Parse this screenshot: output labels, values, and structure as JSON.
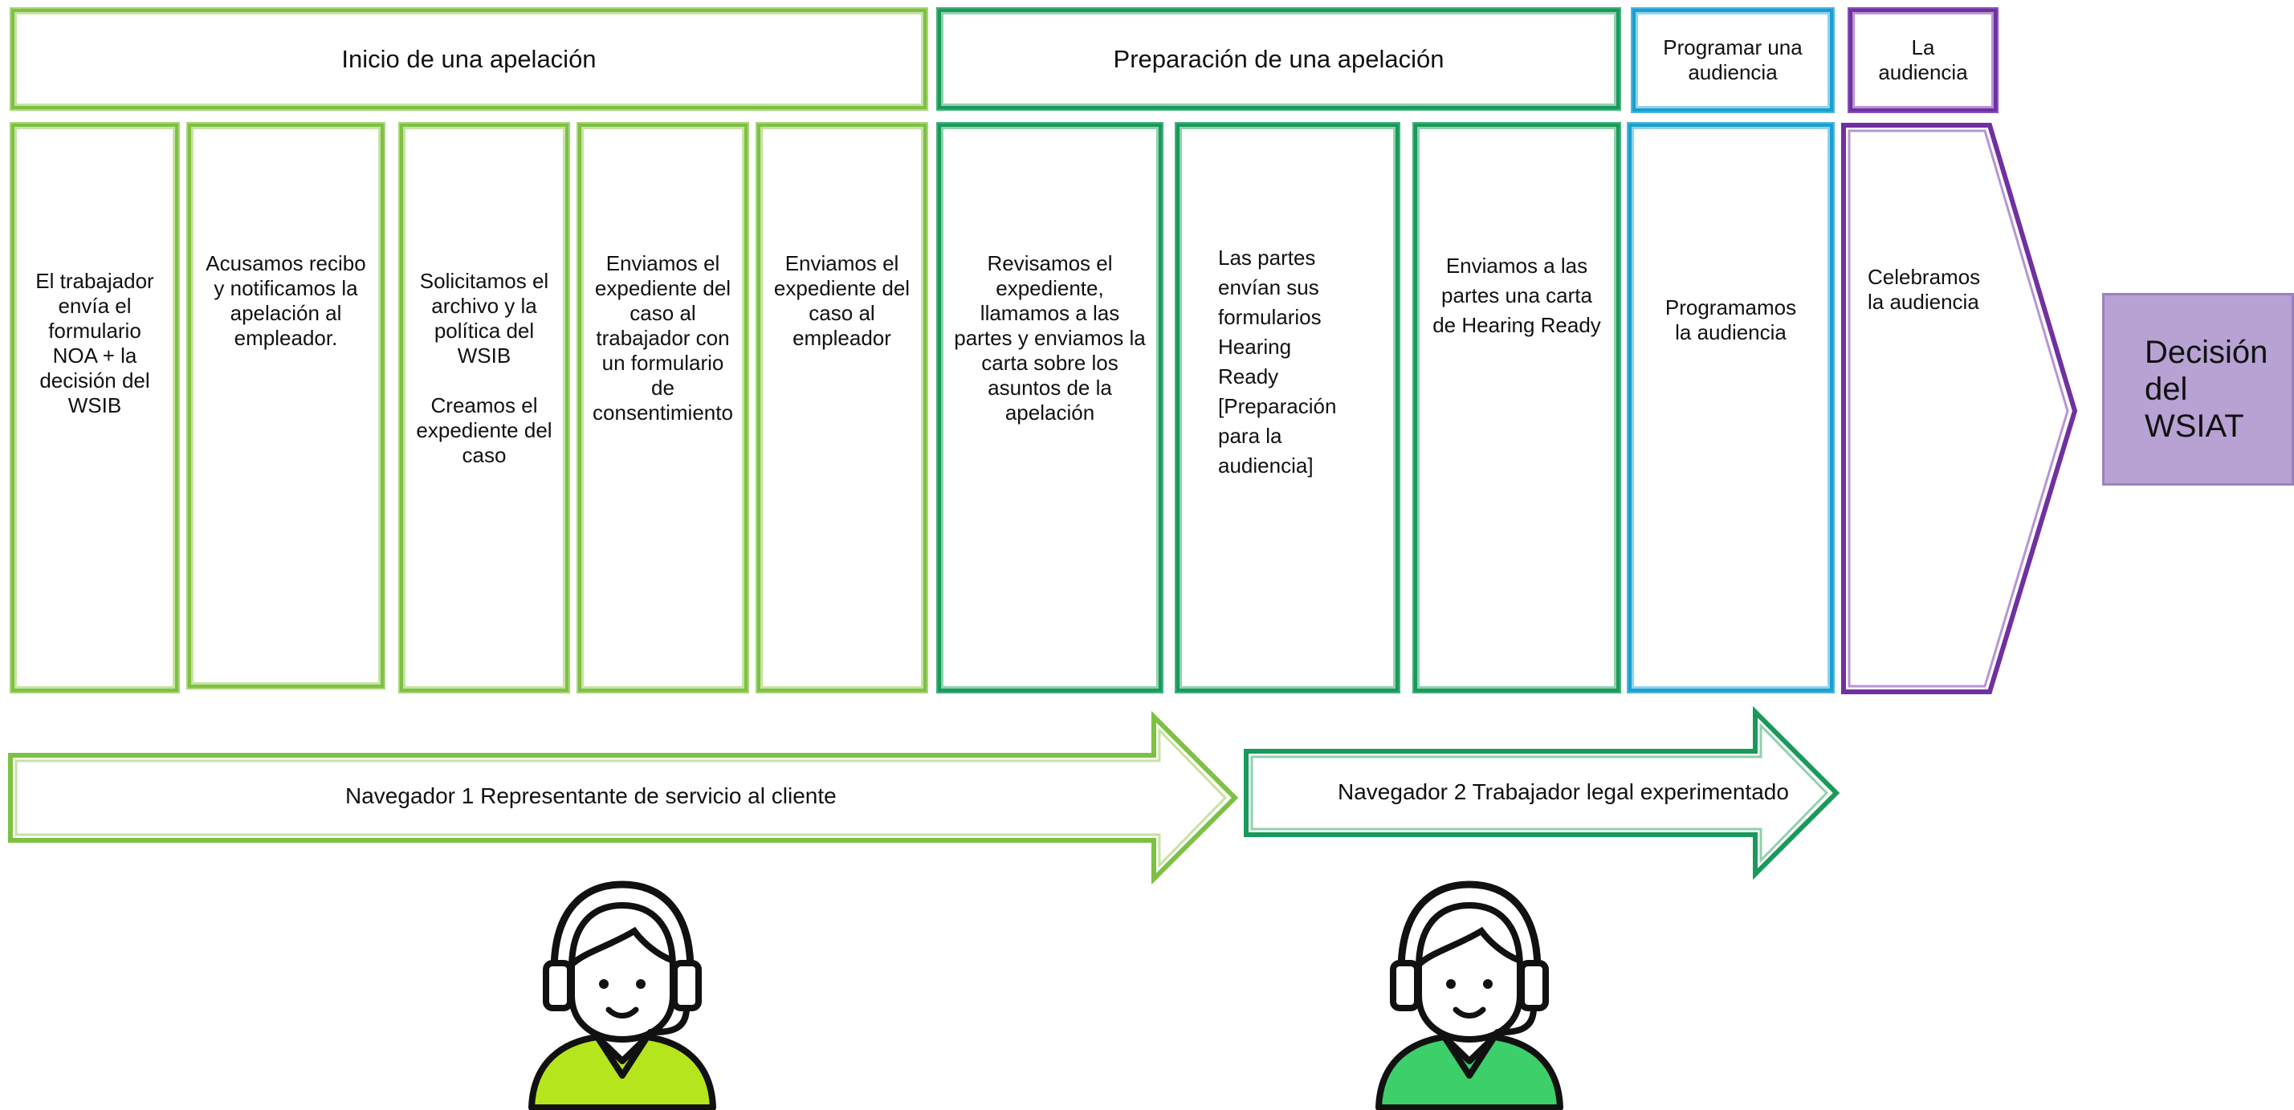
{
  "phases": {
    "inicio": "Inicio de una apelación",
    "preparacion": "Preparación de una apelación",
    "programar": "Programar una audiencia",
    "audiencia": "La audiencia"
  },
  "steps": [
    "El trabajador envía el formulario NOA + la decisión del WSIB",
    "Acusamos recibo y notificamos la apelación al empleador.",
    "Solicitamos el archivo y la política del WSIB\n\nCreamos  el expediente del caso",
    "Enviamos el expediente del caso al trabajador con un formulario de consentimiento",
    "Enviamos el expediente del caso al empleador",
    "Revisamos el expediente, llamamos a las partes y enviamos la carta sobre los asuntos de la apelación",
    "Las partes envían sus formularios Hearing Ready [Preparación para la audiencia]",
    "Enviamos a las partes una carta de Hearing Ready",
    "Programamos la audiencia",
    "Celebramos la audiencia"
  ],
  "decision": "Decisión del WSIAT",
  "navigators": [
    {
      "label": "Navegador 1 Representante de servicio al cliente",
      "icon": "customer-service-agent-icon"
    },
    {
      "label": "Navegador 2 Trabajador legal experimentado",
      "icon": "legal-worker-agent-icon"
    }
  ],
  "colors": {
    "light_green": "#7dc142",
    "dark_green": "#19995a",
    "blue": "#1a9fd0",
    "purple": "#7030a0",
    "decision_fill": "#b7a2d3",
    "agent1_shirt": "#b5e61d",
    "agent2_shirt": "#3ccf6a"
  }
}
